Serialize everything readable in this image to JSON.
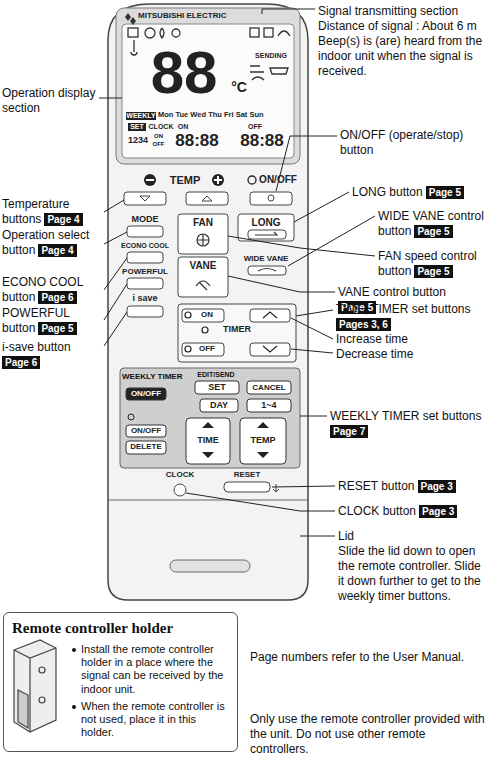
{
  "diagram": {
    "nodes": [
      {
        "text": [
          "Remote controller holder",
          "Install the remote controller holder in a place where the signal can be received by the indoor unit.",
          "When the remote controller is not used, place it in this holder."
        ]
      }
    ],
    "labels": [
      "Signal transmitting section",
      "Distance of signal : About 6 m",
      "Beep(s) is (are) heard from the indoor unit when the signal is received.",
      "Operation display section",
      "ON/OFF (operate/stop) button",
      "Temperature buttons",
      "Page 4",
      "LONG button",
      "Page 5",
      "Operation select button",
      "Page 4",
      "WIDE VANE control button",
      "Page 5",
      "ECONO COOL button",
      "Page 6",
      "FAN speed control button",
      "Page 5",
      "POWERFUL button",
      "Page 5",
      "VANE control button",
      "Page 5",
      "i-save button",
      "Page 6",
      "TIME, TIMER set buttons",
      "Pages 3, 6",
      "Increase time",
      "Decrease time",
      "WEEKLY TIMER set buttons",
      "Page 7",
      "RESET button",
      "Page 3",
      "CLOCK button",
      "Page 3",
      "Lid",
      "Slide the lid down to open the remote controller. Slide it down further to get to the weekly timer buttons.",
      "Page numbers refer to the User Manual.",
      "Only use the remote controller provided with the unit. Do not use other remote controllers.",
      "MITSUBISHI ELECTRIC",
      "88",
      "°C",
      "SENDING",
      "WEEKLY",
      "Mon Tue Wed Thu Fri Sat Sun",
      "SET",
      "CLOCK",
      "ON",
      "OFF",
      "1234",
      "ON",
      "OFF",
      "88:88",
      "88:88",
      "TEMP",
      "ON/OFF",
      "MODE",
      "ECONO COOL",
      "POWERFUL",
      "i save",
      "FAN",
      "VANE",
      "LONG",
      "WIDE VANE",
      "ON",
      "TIMER",
      "OFF",
      "WEEKLY TIMER",
      "ON/OFF",
      "EDIT/SEND",
      "SET",
      "CANCEL",
      "DAY",
      "1~4",
      "ON/OFF",
      "DELETE",
      "TIME",
      "TEMP",
      "CLOCK",
      "RESET"
    ]
  }
}
